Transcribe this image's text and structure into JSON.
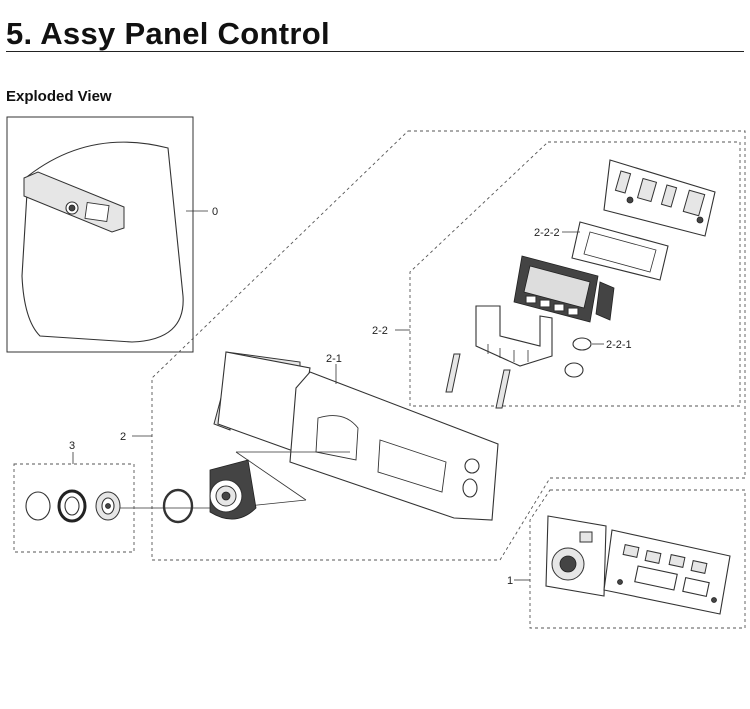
{
  "header": {
    "title": "5.  Assy Panel Control",
    "subtitle": "Exploded View"
  },
  "callouts": {
    "c0": "0",
    "c1": "1",
    "c2": "2",
    "c2_1": "2-1",
    "c2_2": "2-2",
    "c2_2_1": "2-2-1",
    "c2_2_2": "2-2-2",
    "c3": "3"
  }
}
